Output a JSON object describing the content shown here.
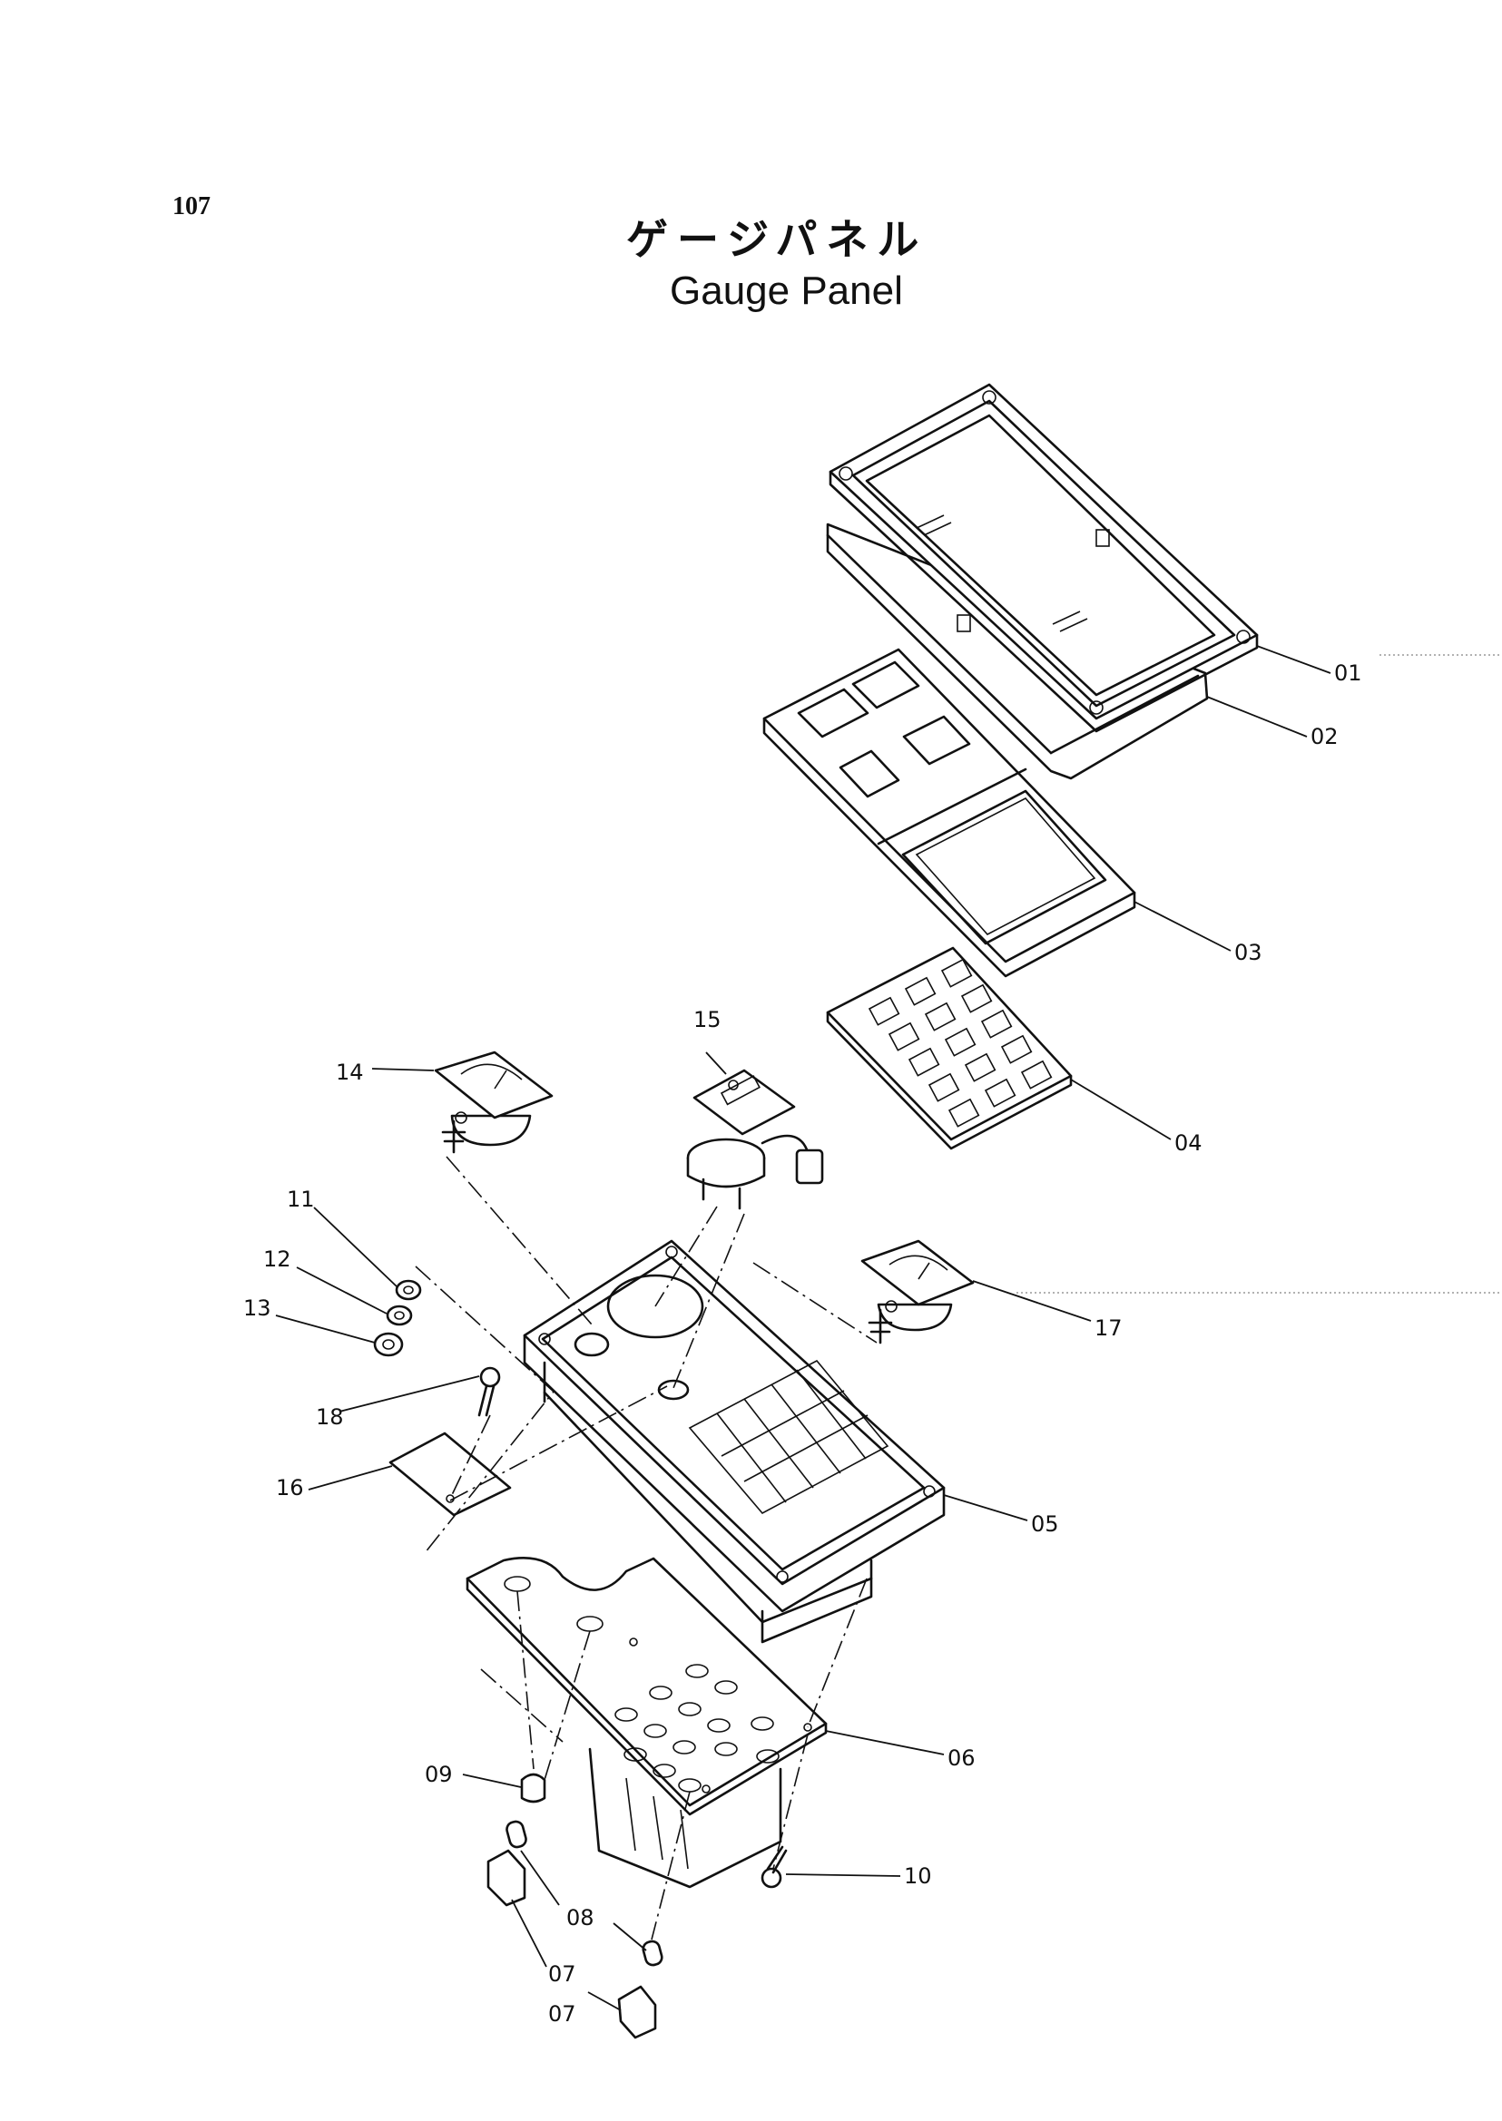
{
  "page": {
    "number": "107",
    "title_jp": "ゲージパネル",
    "title_en": "Gauge Panel"
  },
  "callouts": [
    "01",
    "02",
    "03",
    "04",
    "05",
    "06",
    "07",
    "08",
    "09",
    "10",
    "11",
    "12",
    "13",
    "14",
    "15",
    "16",
    "17",
    "18",
    "07",
    "08"
  ]
}
